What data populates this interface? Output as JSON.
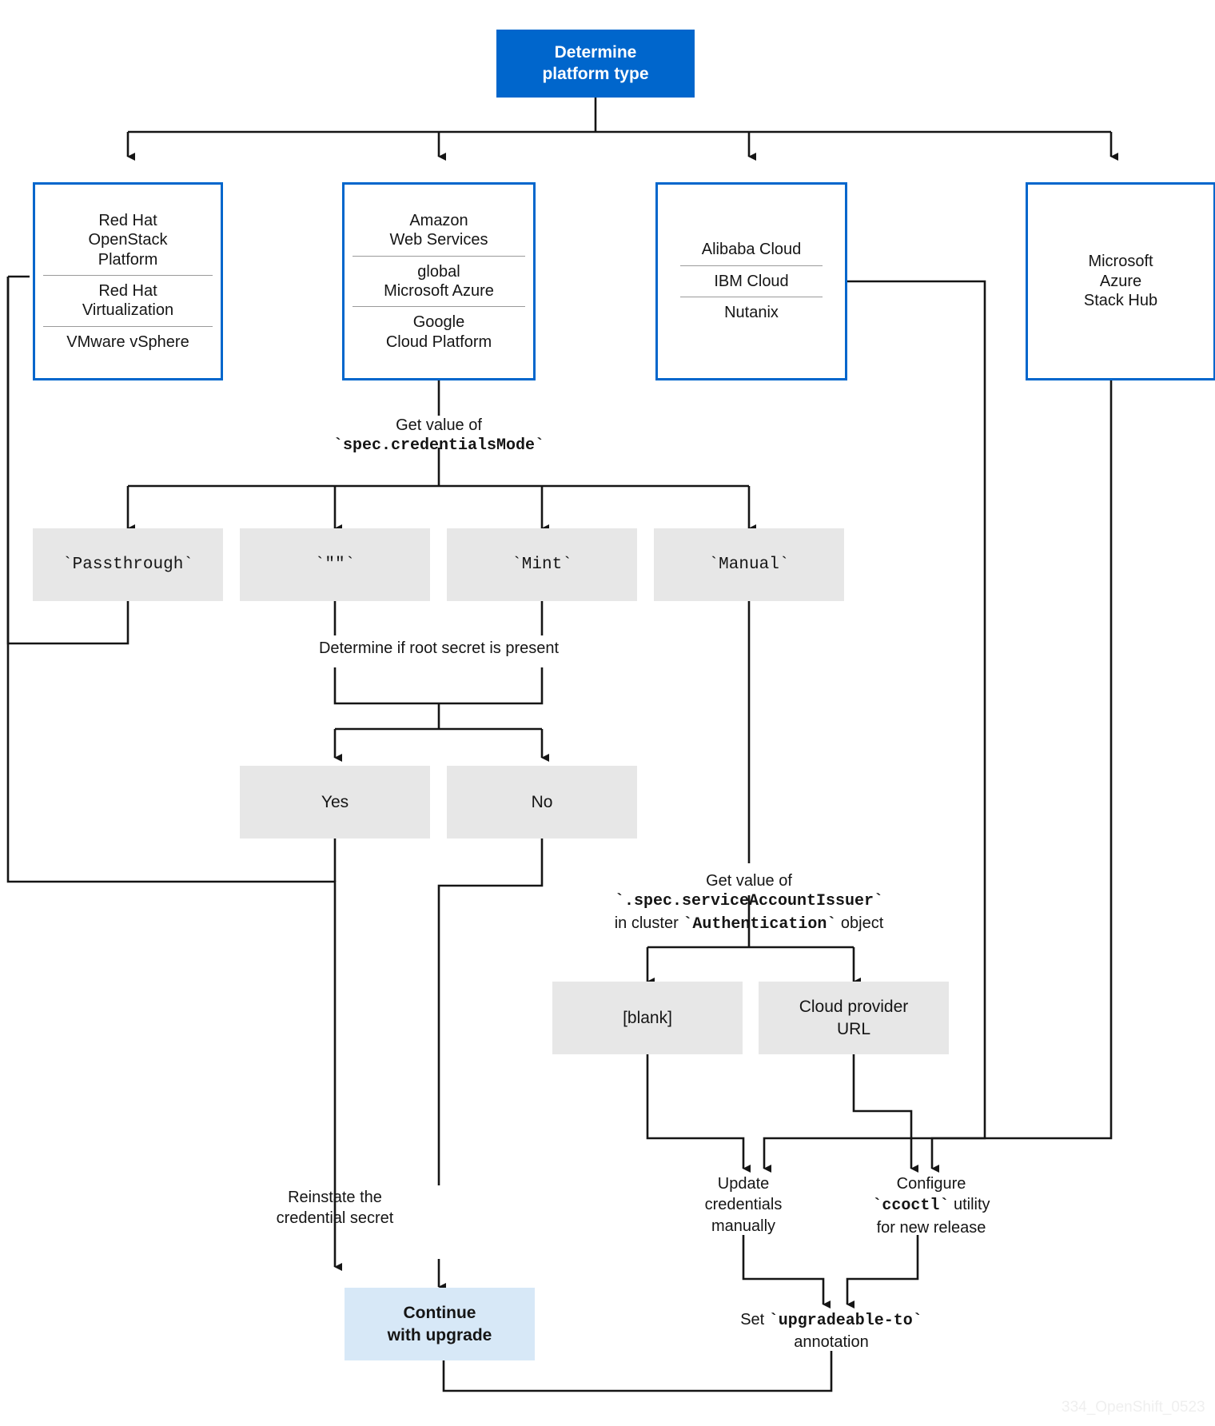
{
  "diagram": {
    "title": "Cluster upgrade credentials decision flow",
    "colors": {
      "accent_blue": "#0066cc",
      "gray_box": "#e7e7e7",
      "final_box": "#d7e8f7",
      "line": "#151515"
    },
    "watermark": "334_OpenShift_0523"
  },
  "nodes": {
    "start": {
      "line1": "Determine",
      "line2": "platform type"
    },
    "platform_a": {
      "groups": [
        {
          "lines": [
            "Red Hat",
            "OpenStack",
            "Platform"
          ]
        },
        {
          "lines": [
            "Red Hat",
            "Virtualization"
          ]
        },
        {
          "lines": [
            "VMware vSphere"
          ]
        }
      ]
    },
    "platform_b": {
      "groups": [
        {
          "lines": [
            "Amazon",
            "Web Services"
          ]
        },
        {
          "lines": [
            "global",
            "Microsoft Azure"
          ]
        },
        {
          "lines": [
            "Google",
            "Cloud Platform"
          ]
        }
      ]
    },
    "platform_c": {
      "groups": [
        {
          "lines": [
            "Alibaba Cloud"
          ]
        },
        {
          "lines": [
            "IBM Cloud"
          ]
        },
        {
          "lines": [
            "Nutanix"
          ]
        }
      ]
    },
    "platform_d": {
      "groups": [
        {
          "lines": [
            "Microsoft",
            "Azure",
            "Stack Hub"
          ]
        }
      ]
    },
    "mode_passthrough": {
      "label": "`Passthrough`"
    },
    "mode_empty": {
      "label": "`\"\"`"
    },
    "mode_mint": {
      "label": "`Mint`"
    },
    "mode_manual": {
      "label": "`Manual`"
    },
    "secret_yes": {
      "label": "Yes"
    },
    "secret_no": {
      "label": "No"
    },
    "issuer_blank": {
      "label": "[blank]"
    },
    "issuer_url": {
      "line1": "Cloud provider",
      "line2": "URL"
    },
    "continue": {
      "line1": "Continue",
      "line2": "with upgrade"
    }
  },
  "labels": {
    "get_credentials_mode": {
      "line1": "Get value of",
      "line2_mono": "`spec.credentialsMode`"
    },
    "root_secret": {
      "text": "Determine if root secret is present"
    },
    "get_issuer": {
      "line1": "Get value of",
      "line2_mono": "`.spec.serviceAccountIssuer`",
      "line3_prefix": "in cluster ",
      "line3_mono": "`Authentication`",
      "line3_suffix": " object"
    },
    "reinstate": {
      "line1": "Reinstate the",
      "line2": "credential secret"
    },
    "update_credentials": {
      "line1": "Update",
      "line2": "credentials",
      "line3": "manually"
    },
    "configure_ccoctl": {
      "line1": "Configure",
      "line2_mono": "`ccoctl`",
      "line2_suffix": " utility",
      "line3": "for new release"
    },
    "set_annotation": {
      "line1_prefix": "Set ",
      "line1_mono": "`upgradeable-to`",
      "line2": "annotation"
    }
  }
}
